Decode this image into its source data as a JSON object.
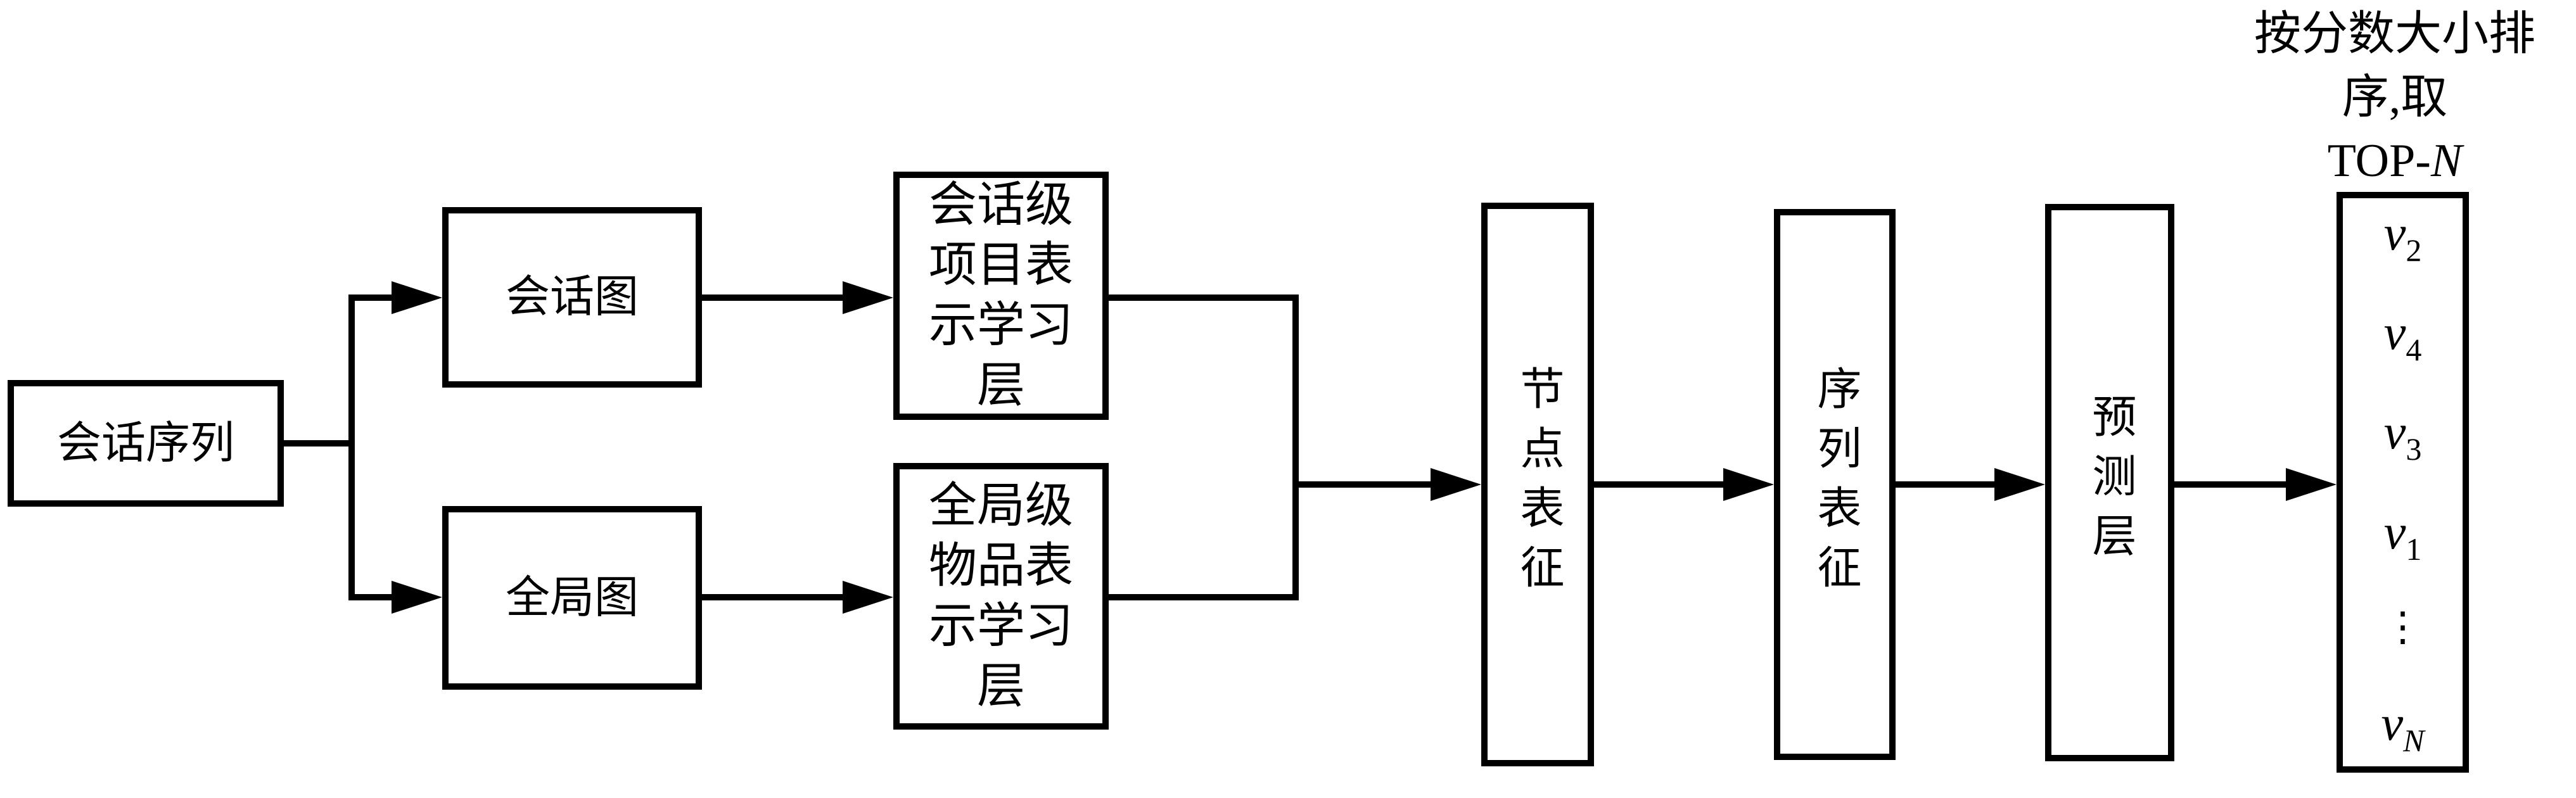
{
  "diagram": {
    "colors": {
      "stroke": "#000000",
      "background": "#ffffff"
    },
    "boxes": {
      "session_sequence": {
        "label": "会话序列"
      },
      "session_graph": {
        "label": "会话图"
      },
      "global_graph": {
        "label": "全局图"
      },
      "session_item_rep_layer": {
        "label": "会话级项目表示学习层"
      },
      "global_item_rep_layer": {
        "label": "全局级物品表示学习层"
      },
      "node_representation": {
        "label": "节点表征"
      },
      "sequence_representation": {
        "label": "序列表征"
      },
      "prediction_layer": {
        "label": "预测层"
      }
    },
    "annotation": {
      "line1": "按分数大小排",
      "line2": "序,取",
      "line3_prefix": "TOP-",
      "line3_var": "N"
    },
    "ranking": {
      "items": [
        {
          "base": "v",
          "sub": "2"
        },
        {
          "base": "v",
          "sub": "4"
        },
        {
          "base": "v",
          "sub": "3"
        },
        {
          "base": "v",
          "sub": "1"
        },
        {
          "base": "⋮",
          "sub": ""
        },
        {
          "base": "v",
          "sub": "N"
        }
      ]
    }
  }
}
